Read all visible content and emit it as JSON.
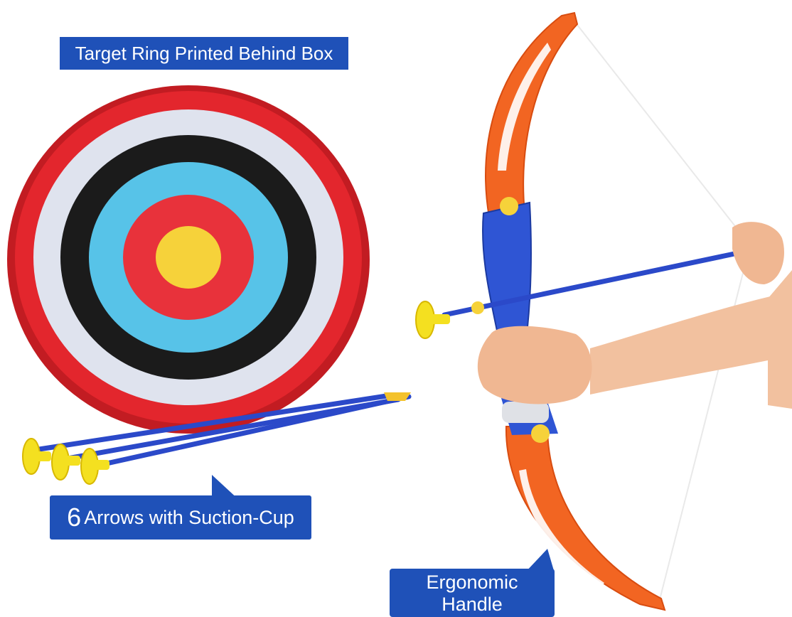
{
  "labels": {
    "target": "Target Ring Printed Behind Box",
    "arrows_count": "6",
    "arrows_text": "Arrows with Suction-Cup",
    "handle_line1": "Ergonomic",
    "handle_line2": "Handle"
  },
  "colors": {
    "label_bg": "#1f51b8",
    "target_outer": "#d8232a",
    "target_white": "#dfe3ee",
    "target_black": "#1b1b1b",
    "target_blue": "#57c3e8",
    "target_red": "#e8323b",
    "target_yellow": "#f6d23a",
    "bow_limb": "#f26522",
    "bow_grip": "#2f55d4",
    "arrow_shaft": "#2b49c9",
    "suction_cup": "#f4e020",
    "skin": "#f2c19f"
  }
}
